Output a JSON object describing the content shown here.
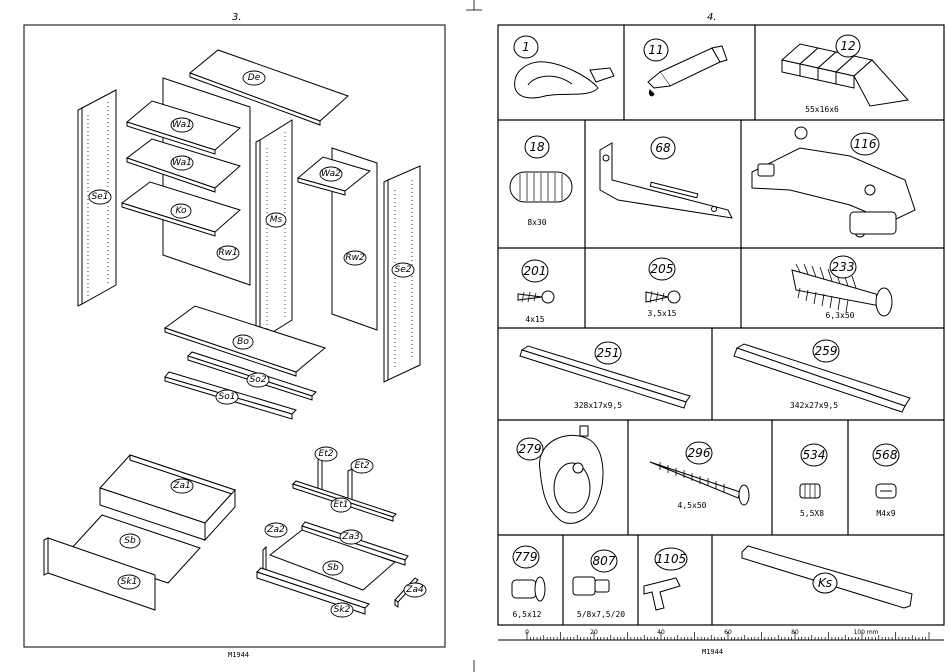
{
  "left_page": {
    "page_number": "3.",
    "footer_code": "M1944",
    "parts": {
      "De": "De",
      "Wa1a": "Wa1",
      "Wa1b": "Wa1",
      "Ko": "Ko",
      "Rw1": "Rw1",
      "Se1": "Se1",
      "Ms": "Ms",
      "Wa2": "Wa2",
      "Rw2": "Rw2",
      "Se2": "Se2",
      "Bo": "Bo",
      "So2": "So2",
      "So1": "So1",
      "Za1": "Za1",
      "Sb_left": "Sb",
      "Sk1": "Sk1",
      "Et2a": "Et2",
      "Et2b": "Et2",
      "Et1": "Et1",
      "Za2": "Za2",
      "Za3": "Za3",
      "Sb_right": "Sb",
      "Sk2": "Sk2",
      "Za4": "Za4"
    }
  },
  "right_page": {
    "page_number": "4.",
    "footer_code": "M1944",
    "hardware": [
      {
        "id": "1",
        "dim": ""
      },
      {
        "id": "11",
        "dim": ""
      },
      {
        "id": "12",
        "dim": "55x16x6"
      },
      {
        "id": "18",
        "dim": "8x30"
      },
      {
        "id": "68",
        "dim": ""
      },
      {
        "id": "116",
        "dim": ""
      },
      {
        "id": "201",
        "dim": "4x15"
      },
      {
        "id": "205",
        "dim": "3,5x15"
      },
      {
        "id": "233",
        "dim": "6,3x50"
      },
      {
        "id": "251",
        "dim": "328x17x9,5"
      },
      {
        "id": "259",
        "dim": "342x27x9,5"
      },
      {
        "id": "279",
        "dim": ""
      },
      {
        "id": "296",
        "dim": "4,5x50"
      },
      {
        "id": "534",
        "dim": "5,5X8"
      },
      {
        "id": "568",
        "dim": "M4x9"
      },
      {
        "id": "779",
        "dim": "6,5x12"
      },
      {
        "id": "807",
        "dim": "5/8x7,5/20"
      },
      {
        "id": "1105",
        "dim": ""
      },
      {
        "id": "Ks",
        "dim": ""
      }
    ],
    "ruler": {
      "labels": [
        "0",
        "20",
        "40",
        "60",
        "80",
        "100 mm"
      ]
    }
  }
}
